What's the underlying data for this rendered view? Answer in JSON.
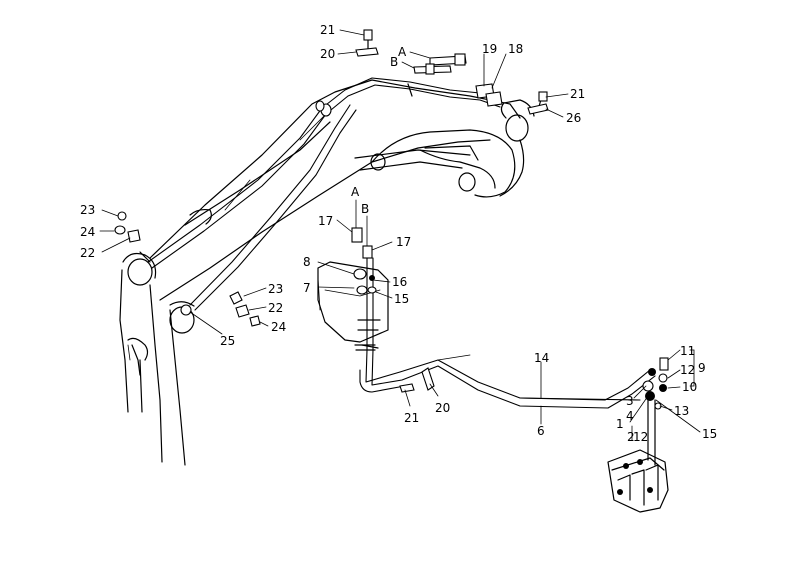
{
  "callouts": [
    {
      "id": "c21a",
      "text": "21"
    },
    {
      "id": "c20a",
      "text": "20"
    },
    {
      "id": "cA1",
      "text": "A"
    },
    {
      "id": "cB1",
      "text": "B"
    },
    {
      "id": "c19",
      "text": "19"
    },
    {
      "id": "c18",
      "text": "18"
    },
    {
      "id": "c21b",
      "text": "21"
    },
    {
      "id": "c26",
      "text": "26"
    },
    {
      "id": "c23a",
      "text": "23"
    },
    {
      "id": "c24a",
      "text": "24"
    },
    {
      "id": "c22a",
      "text": "22"
    },
    {
      "id": "cA2",
      "text": "A"
    },
    {
      "id": "cB2",
      "text": "B"
    },
    {
      "id": "c17a",
      "text": "17"
    },
    {
      "id": "c17b",
      "text": "17"
    },
    {
      "id": "c8",
      "text": "8"
    },
    {
      "id": "c16",
      "text": "16"
    },
    {
      "id": "c7",
      "text": "7"
    },
    {
      "id": "c15a",
      "text": "15"
    },
    {
      "id": "c23b",
      "text": "23"
    },
    {
      "id": "c22b",
      "text": "22"
    },
    {
      "id": "c24b",
      "text": "24"
    },
    {
      "id": "c25",
      "text": "25"
    },
    {
      "id": "c14",
      "text": "14"
    },
    {
      "id": "c11",
      "text": "11"
    },
    {
      "id": "c12a",
      "text": "12"
    },
    {
      "id": "c9",
      "text": "9"
    },
    {
      "id": "c10",
      "text": "10"
    },
    {
      "id": "c3",
      "text": "3"
    },
    {
      "id": "c1",
      "text": "1"
    },
    {
      "id": "c4",
      "text": "4"
    },
    {
      "id": "c13",
      "text": "13"
    },
    {
      "id": "c2",
      "text": "2"
    },
    {
      "id": "c12b",
      "text": "12"
    },
    {
      "id": "c15b",
      "text": "15"
    },
    {
      "id": "c21c",
      "text": "21"
    },
    {
      "id": "c20b",
      "text": "20"
    },
    {
      "id": "c6",
      "text": "6"
    }
  ]
}
